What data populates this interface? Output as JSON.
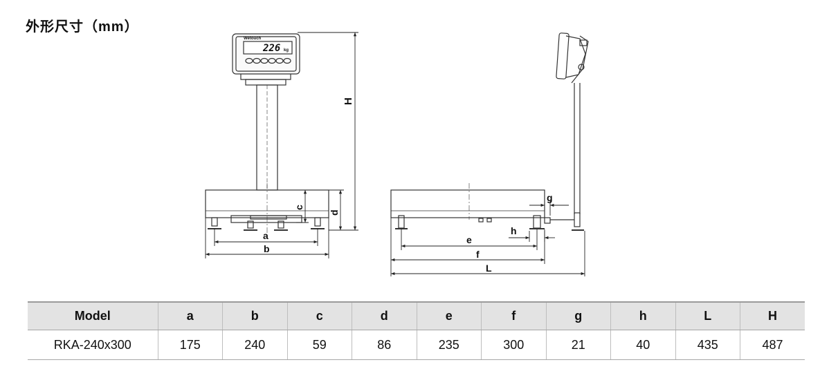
{
  "title": "外形尺寸（mm）",
  "display": {
    "brand": "Wetouch",
    "reading": "226",
    "unit": "kg"
  },
  "dimension_labels": {
    "a": "a",
    "b": "b",
    "c": "c",
    "d": "d",
    "e": "e",
    "f": "f",
    "g": "g",
    "h": "h",
    "L": "L",
    "H": "H"
  },
  "table": {
    "headers": [
      "Model",
      "a",
      "b",
      "c",
      "d",
      "e",
      "f",
      "g",
      "h",
      "L",
      "H"
    ],
    "rows": [
      [
        "RKA-240x300",
        "175",
        "240",
        "59",
        "86",
        "235",
        "300",
        "21",
        "40",
        "435",
        "487"
      ]
    ]
  }
}
